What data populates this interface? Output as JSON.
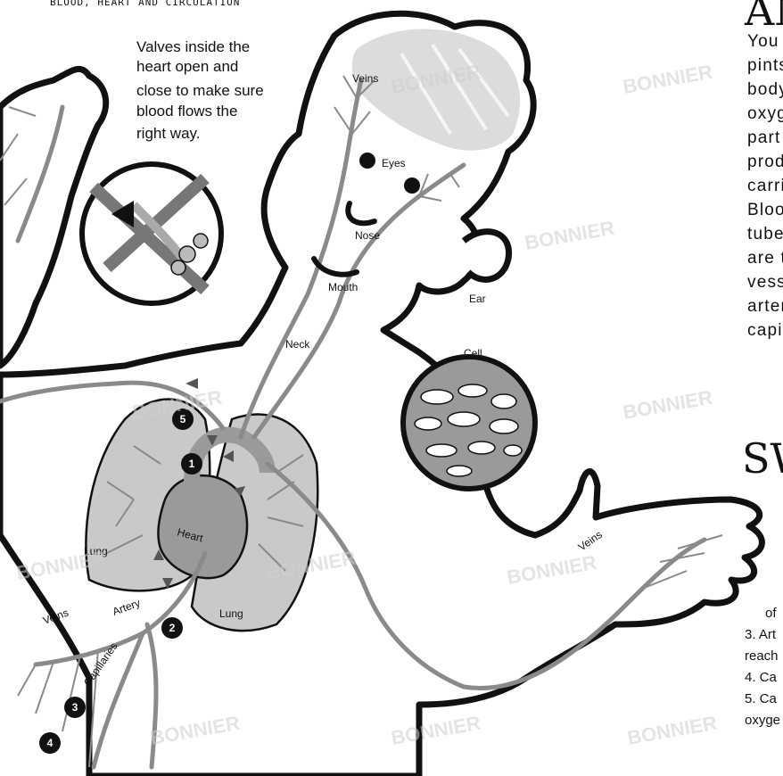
{
  "header": {
    "section_title": "BLOOD, HEART AND CIRCULATION"
  },
  "right_column": {
    "heading_top": "AN",
    "paragraph_lines": [
      "You",
      "pints",
      "body",
      "oxyg",
      "part",
      "prod",
      "carri",
      "Bloo",
      "tube",
      "are t",
      "vess",
      "arter",
      "capi"
    ],
    "heading_mid": "SW",
    "steps_lines": [
      "of",
      "3. Art",
      "reach",
      "4. Ca",
      "5. Ca",
      "oxyge"
    ]
  },
  "caption": {
    "lines": [
      "Valves inside the",
      "heart open and",
      "close to make sure",
      "blood flows the",
      "right way."
    ]
  },
  "labels": {
    "veins_head": "Veins",
    "eyes": "Eyes",
    "nose": "Nose",
    "mouth": "Mouth",
    "ear": "Ear",
    "neck": "Neck",
    "cell": "Cell",
    "heart": "Heart",
    "lung_left": "Lung",
    "lung_right": "Lung",
    "artery": "Artery",
    "veins_leg": "Veins",
    "capillaries": "Capillaries",
    "veins_arm": "Veins"
  },
  "markers": [
    "1",
    "2",
    "3",
    "4",
    "5"
  ],
  "watermark": "BONNIER",
  "colors": {
    "skin": "#ffffff",
    "outline": "#111111",
    "vessel": "#8a8a8a",
    "organ": "#bdbdbd",
    "hair": "#dcdcdc"
  }
}
